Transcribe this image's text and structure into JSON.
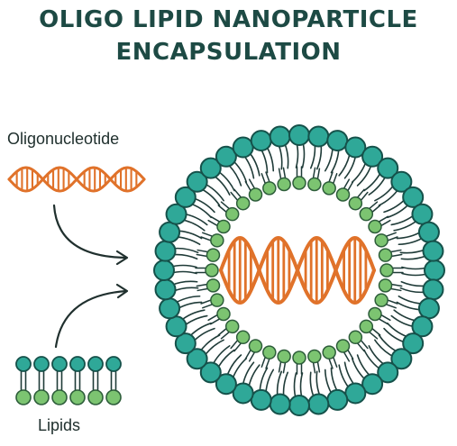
{
  "title": {
    "line1": "OLIGO LIPID NANOPARTICLE",
    "line2": "ENCAPSULATION"
  },
  "labels": {
    "oligonucleotide": "Oligonucleotide",
    "lipids": "Lipids"
  },
  "colors": {
    "title_text": "#1d4a44",
    "label_text": "#20302e",
    "head_fill": "#2fa898",
    "head_stroke": "#15514a",
    "inner_head_fill": "#7cc471",
    "inner_head_stroke": "#2d5d3a",
    "tail_stroke": "#1f3b38",
    "dna_color": "#e0722a",
    "arrow_color": "#20302e"
  },
  "icons": {
    "arrow_top": "curved-arrow-right-icon",
    "arrow_bottom": "curved-arrow-up-right-icon",
    "dna": "dna-helix-icon"
  }
}
